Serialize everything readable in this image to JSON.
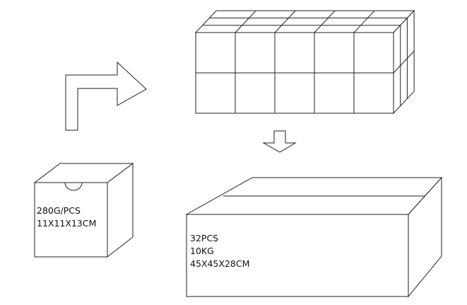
{
  "small_box": {
    "weight": "280G/PCS",
    "size": "11X11X13CM"
  },
  "carton": {
    "quantity": "32PCS",
    "weight": "10KG",
    "size": "45X45X28CM"
  },
  "stack": {
    "columns": 5,
    "rows": 2,
    "depth": 3
  },
  "colors": {
    "line": "#222222",
    "background": "#ffffff"
  }
}
